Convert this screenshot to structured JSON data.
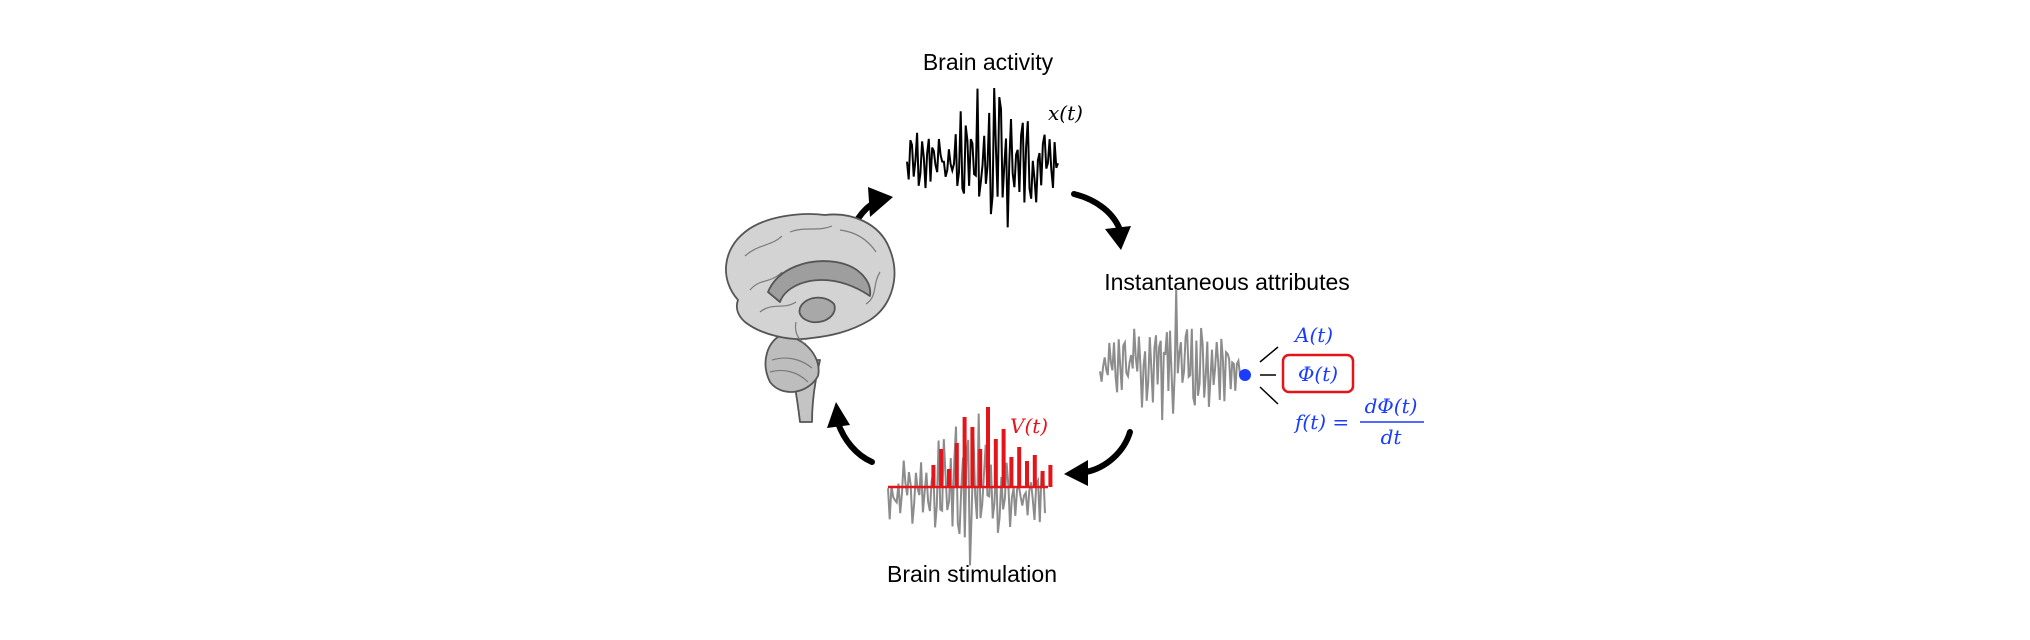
{
  "labels": {
    "brain_activity": "Brain activity",
    "instantaneous_attributes": "Instantaneous attributes",
    "brain_stimulation": "Brain stimulation"
  },
  "math": {
    "signal": "x(t)",
    "amplitude": "A(t)",
    "phase": "Φ(t)",
    "frequency_lhs": "f(t) =",
    "frequency_num": "dΦ(t)",
    "frequency_den": "dt",
    "stimulus": "V(t)"
  },
  "colors": {
    "signal": "#000000",
    "signal_gray": "#8c8c8c",
    "attribute_blue": "#1a3cff",
    "stimulus_red": "#e4141b",
    "arrow": "#000000"
  },
  "icons": [
    "brain-sagittal-icon",
    "cycle-arrow-icon"
  ]
}
